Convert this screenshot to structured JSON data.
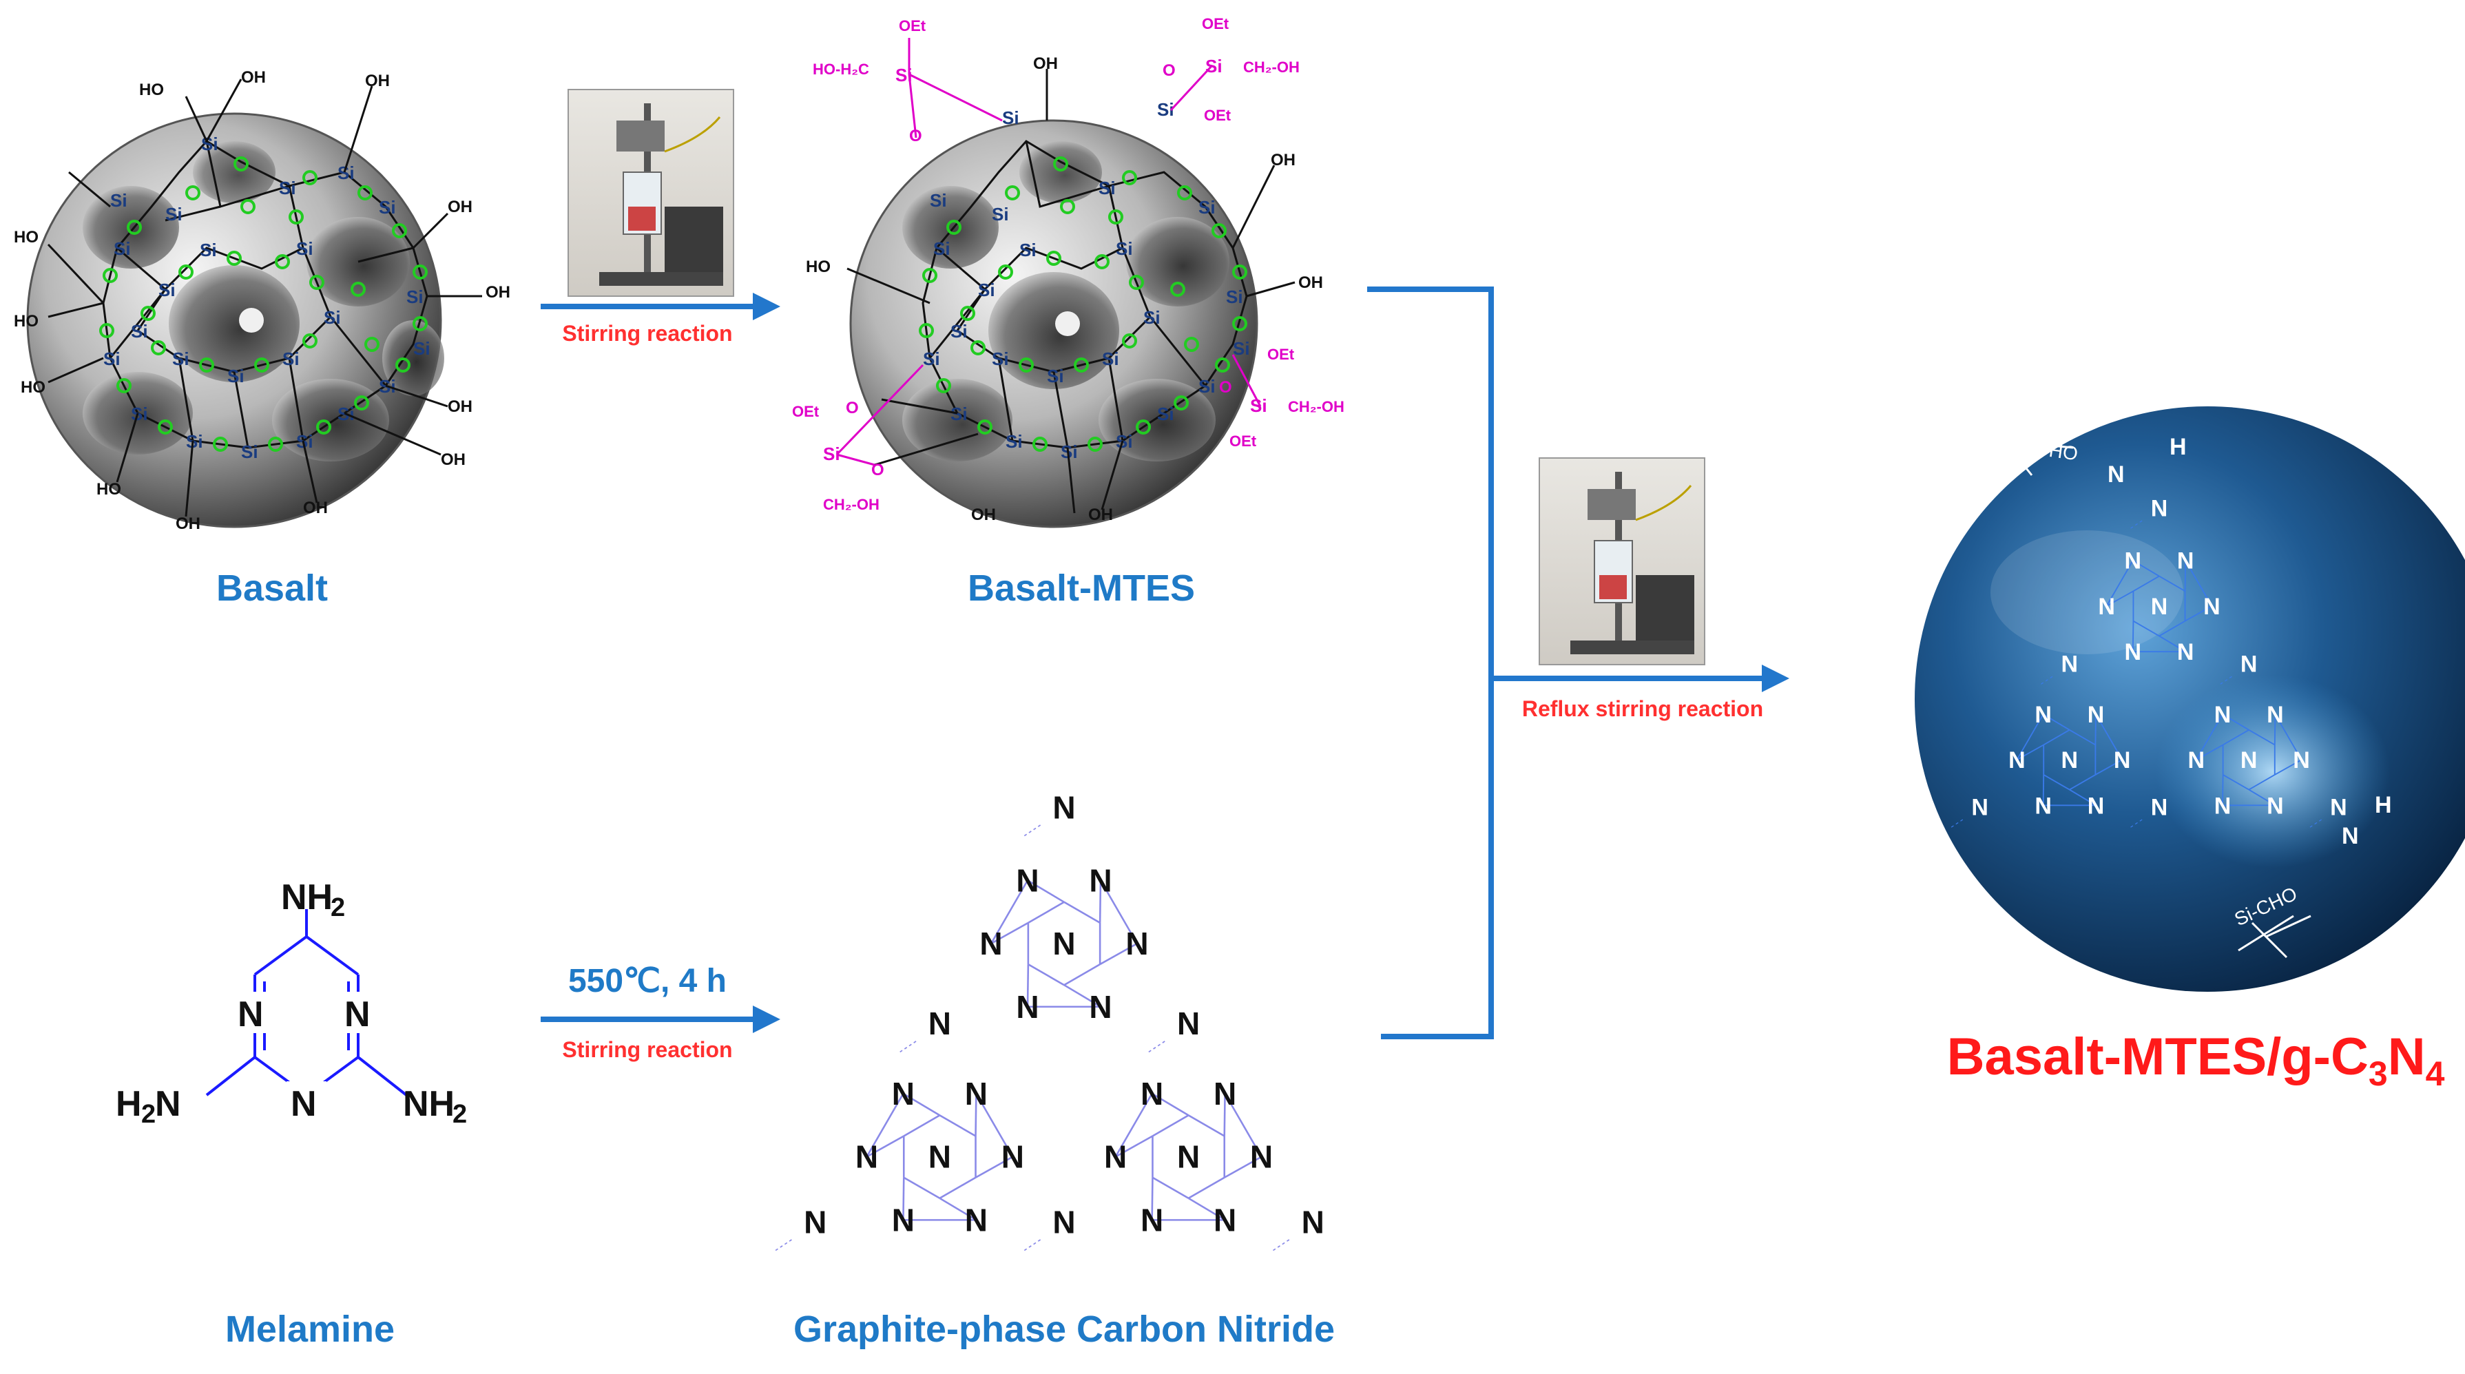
{
  "labels": {
    "basalt": "Basalt",
    "basalt_mtes": "Basalt-MTES",
    "melamine": "Melamine",
    "gcn": "Graphite-phase Carbon Nitride",
    "product_main": "Basalt-MTES/g-C",
    "product_sub1": "3",
    "product_n": "N",
    "product_sub2": "4"
  },
  "steps": {
    "stirring1": "Stirring reaction",
    "stirring2": "Stirring reaction",
    "temp": "550℃, 4 h",
    "reflux": "Reflux stirring reaction"
  },
  "atoms": {
    "si": "Si",
    "o": "O",
    "oh": "OH",
    "ho": "HO",
    "oet": "OEt",
    "ch2oh": "CH₂-OH",
    "ho_h2c": "HO-H₂C",
    "ch2_oh": "CH₂-OH",
    "n": "N",
    "h": "H",
    "nh2": "NH",
    "h2n": "H",
    "sub2": "2",
    "sicho": "Si-CHO"
  },
  "colors": {
    "blue_label": "#1f7ac7",
    "red_label": "#ff1a1a",
    "arrow": "#2277cc",
    "pink": "#e000c8",
    "green": "#22cc22",
    "si_blue": "#1a3c80",
    "triazine": "#1a1aff",
    "bond_light": "#8a8ae8"
  }
}
